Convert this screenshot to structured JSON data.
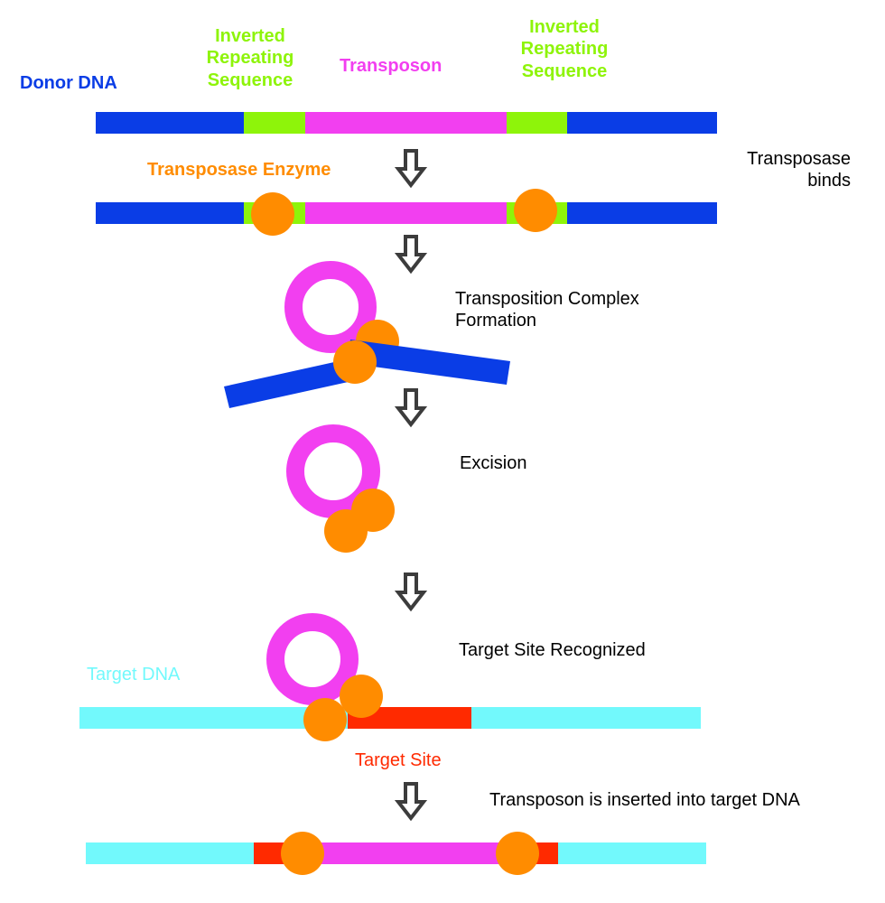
{
  "colors": {
    "donor_dna": "#0a3de6",
    "inverted_repeat": "#8ef40a",
    "transposon": "#f23ff0",
    "transposase": "#ff8c00",
    "target_dna": "#72f9fc",
    "target_site": "#ff2a00",
    "arrow": "#3c3c3c"
  },
  "labels": {
    "donor_dna": "Donor DNA",
    "inverted_repeat_left": "Inverted Repeating Sequence",
    "transposon": "Transposon",
    "inverted_repeat_right": "Inverted Repeating Sequence",
    "transposase_enzyme": "Transposase Enzyme",
    "target_dna": "Target DNA",
    "target_site": "Target Site"
  },
  "steps": [
    {
      "text": "Transposase binds"
    },
    {
      "text": "Transposition Complex Formation"
    },
    {
      "text": "Excision"
    },
    {
      "text": "Target Site Recognized"
    },
    {
      "text": "Transposon is inserted into target DNA"
    }
  ]
}
